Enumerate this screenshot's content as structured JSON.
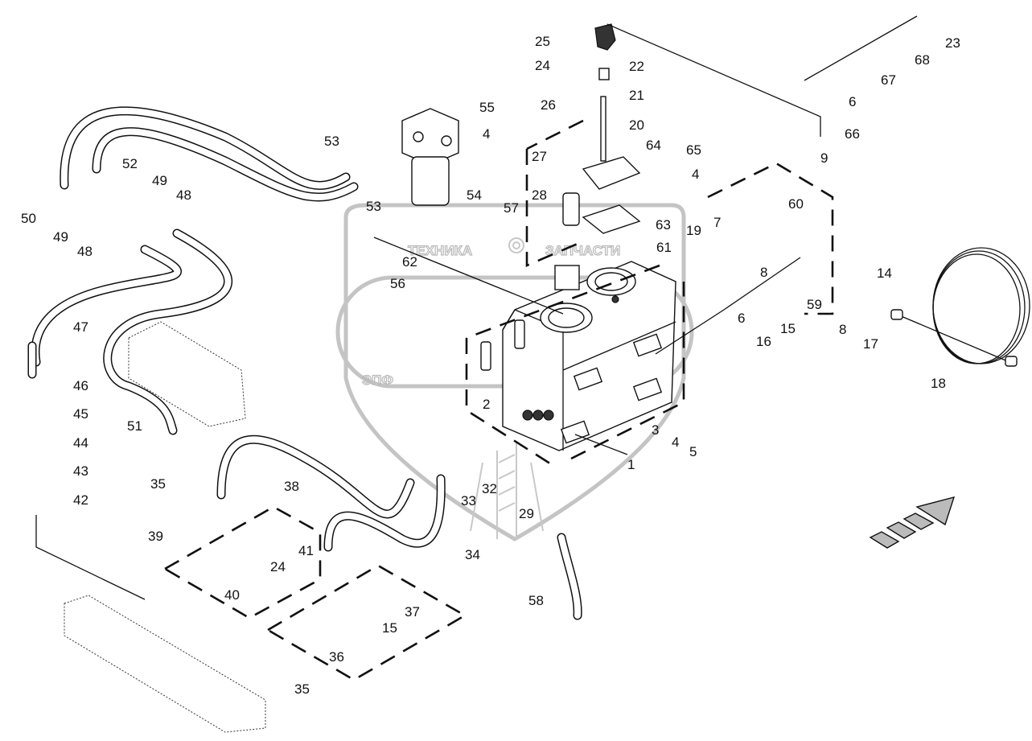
{
  "diagram": {
    "title": "Hydraulic tank assembly — exploded parts view",
    "watermark": {
      "logo_letters": "ЭПФ",
      "brand_left": "ТЕХНИКА",
      "brand_right": "ЗАПЧАСТИ",
      "icon": "gear-icon"
    },
    "direction_arrow": {
      "icon": "direction-arrow-icon",
      "meaning": "front direction"
    },
    "callouts": [
      {
        "id": "c1",
        "label": "1"
      },
      {
        "id": "c2",
        "label": "2"
      },
      {
        "id": "c3",
        "label": "3"
      },
      {
        "id": "c4a",
        "label": "4"
      },
      {
        "id": "c4b",
        "label": "4"
      },
      {
        "id": "c4c",
        "label": "4"
      },
      {
        "id": "c5",
        "label": "5"
      },
      {
        "id": "c6a",
        "label": "6"
      },
      {
        "id": "c6b",
        "label": "6"
      },
      {
        "id": "c7",
        "label": "7"
      },
      {
        "id": "c8a",
        "label": "8"
      },
      {
        "id": "c8b",
        "label": "8"
      },
      {
        "id": "c9",
        "label": "9"
      },
      {
        "id": "c14",
        "label": "14"
      },
      {
        "id": "c15a",
        "label": "15"
      },
      {
        "id": "c15b",
        "label": "15"
      },
      {
        "id": "c16",
        "label": "16"
      },
      {
        "id": "c17",
        "label": "17"
      },
      {
        "id": "c18",
        "label": "18"
      },
      {
        "id": "c19",
        "label": "19"
      },
      {
        "id": "c20",
        "label": "20"
      },
      {
        "id": "c21",
        "label": "21"
      },
      {
        "id": "c22",
        "label": "22"
      },
      {
        "id": "c23",
        "label": "23"
      },
      {
        "id": "c24a",
        "label": "24"
      },
      {
        "id": "c24b",
        "label": "24"
      },
      {
        "id": "c25",
        "label": "25"
      },
      {
        "id": "c26",
        "label": "26"
      },
      {
        "id": "c27",
        "label": "27"
      },
      {
        "id": "c28",
        "label": "28"
      },
      {
        "id": "c29",
        "label": "29"
      },
      {
        "id": "c32",
        "label": "32"
      },
      {
        "id": "c33",
        "label": "33"
      },
      {
        "id": "c34",
        "label": "34"
      },
      {
        "id": "c35a",
        "label": "35"
      },
      {
        "id": "c35b",
        "label": "35"
      },
      {
        "id": "c36",
        "label": "36"
      },
      {
        "id": "c37",
        "label": "37"
      },
      {
        "id": "c38",
        "label": "38"
      },
      {
        "id": "c39",
        "label": "39"
      },
      {
        "id": "c40",
        "label": "40"
      },
      {
        "id": "c41",
        "label": "41"
      },
      {
        "id": "c42",
        "label": "42"
      },
      {
        "id": "c43",
        "label": "43"
      },
      {
        "id": "c44",
        "label": "44"
      },
      {
        "id": "c45",
        "label": "45"
      },
      {
        "id": "c46",
        "label": "46"
      },
      {
        "id": "c47",
        "label": "47"
      },
      {
        "id": "c48a",
        "label": "48"
      },
      {
        "id": "c48b",
        "label": "48"
      },
      {
        "id": "c49a",
        "label": "49"
      },
      {
        "id": "c49b",
        "label": "49"
      },
      {
        "id": "c50",
        "label": "50"
      },
      {
        "id": "c51",
        "label": "51"
      },
      {
        "id": "c52",
        "label": "52"
      },
      {
        "id": "c53a",
        "label": "53"
      },
      {
        "id": "c53b",
        "label": "53"
      },
      {
        "id": "c54",
        "label": "54"
      },
      {
        "id": "c55",
        "label": "55"
      },
      {
        "id": "c56",
        "label": "56"
      },
      {
        "id": "c57",
        "label": "57"
      },
      {
        "id": "c58",
        "label": "58"
      },
      {
        "id": "c59",
        "label": "59"
      },
      {
        "id": "c60",
        "label": "60"
      },
      {
        "id": "c61",
        "label": "61"
      },
      {
        "id": "c62",
        "label": "62"
      },
      {
        "id": "c63",
        "label": "63"
      },
      {
        "id": "c64",
        "label": "64"
      },
      {
        "id": "c65",
        "label": "65"
      },
      {
        "id": "c66",
        "label": "66"
      },
      {
        "id": "c67",
        "label": "67"
      },
      {
        "id": "c68",
        "label": "68"
      }
    ]
  }
}
